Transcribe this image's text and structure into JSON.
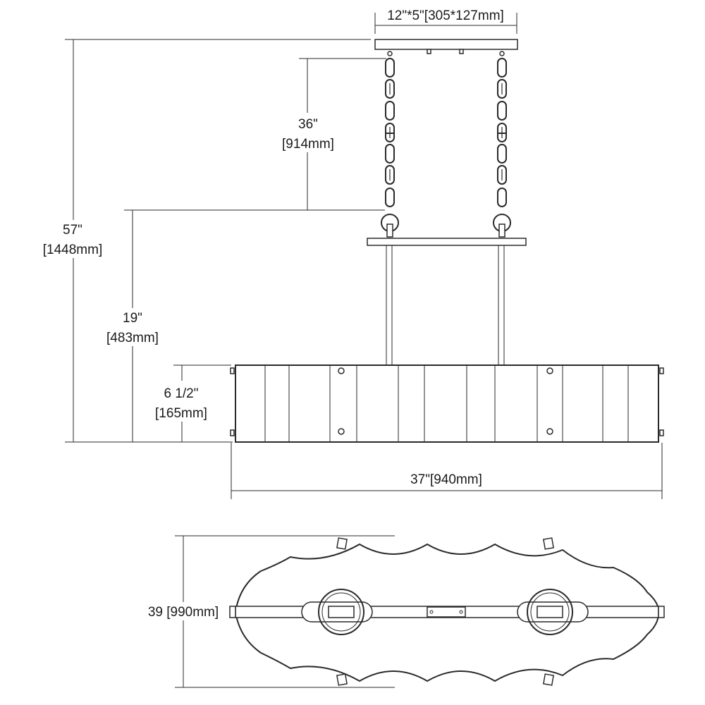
{
  "dimensions": {
    "canopy_size": "12\"*5\"[305*127mm]",
    "chain_length_in": "36\"",
    "chain_length_mm": "[914mm]",
    "overall_height_in": "57\"",
    "overall_height_mm": "[1448mm]",
    "fixture_height_in": "19\"",
    "fixture_height_mm": "[483mm]",
    "shade_height_in": "6 1/2\"",
    "shade_height_mm": "[165mm]",
    "shade_length": "37\"[940mm]",
    "top_view_width": "39 [990mm]"
  }
}
